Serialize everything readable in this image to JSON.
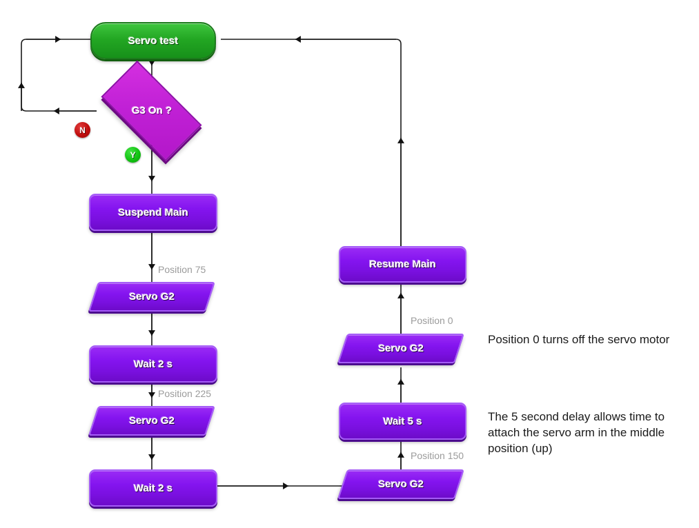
{
  "diagram": {
    "title": "Servo test flowchart",
    "colors": {
      "start_green": "#23a723",
      "process_purple": "#8414ef",
      "decision_magenta": "#c121d6",
      "no_badge_red": "#c00d0d",
      "yes_badge_green": "#12c412",
      "edge_label_gray": "#9b9b9b",
      "connector_black": "#1a1a1a",
      "background": "#ffffff"
    },
    "nodes": {
      "start": {
        "label": "Servo test",
        "shape": "terminator"
      },
      "decision": {
        "label": "G3 On ?",
        "shape": "decision"
      },
      "suspend_main": {
        "label": "Suspend Main",
        "shape": "process"
      },
      "servo_g2_75": {
        "label": "Servo G2",
        "shape": "io"
      },
      "wait_2s_a": {
        "label": "Wait 2 s",
        "shape": "process"
      },
      "servo_g2_225": {
        "label": "Servo G2",
        "shape": "io"
      },
      "wait_2s_b": {
        "label": "Wait 2 s",
        "shape": "process"
      },
      "servo_g2_150": {
        "label": "Servo G2",
        "shape": "io"
      },
      "wait_5s": {
        "label": "Wait 5 s",
        "shape": "process"
      },
      "servo_g2_0": {
        "label": "Servo G2",
        "shape": "io"
      },
      "resume_main": {
        "label": "Resume Main",
        "shape": "process"
      }
    },
    "badges": {
      "no": "N",
      "yes": "Y"
    },
    "edge_labels": {
      "position_75": "Position 75",
      "position_225": "Position 225",
      "position_150": "Position 150",
      "position_0": "Position 0"
    },
    "annotations": {
      "note_1": "Position 0 turns off the servo motor",
      "note_2": "The 5 second delay allows time to attach the servo arm in the middle position (up)"
    }
  }
}
